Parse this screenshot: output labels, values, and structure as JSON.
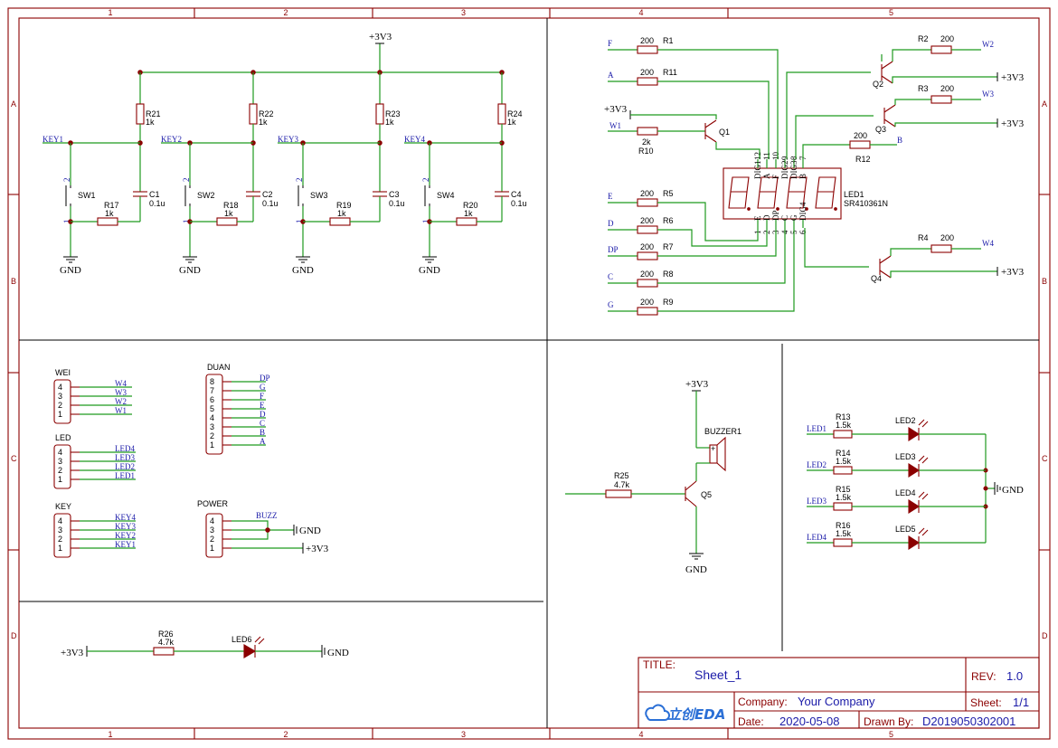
{
  "frame": {
    "cols": [
      "1",
      "2",
      "3",
      "4",
      "5"
    ],
    "rows": [
      "A",
      "B",
      "C",
      "D"
    ]
  },
  "keys": {
    "power_top": "+3V3",
    "nets": [
      "KEY1",
      "KEY2",
      "KEY3",
      "KEY4"
    ],
    "pullups": [
      {
        "ref": "R21",
        "val": "1k"
      },
      {
        "ref": "R22",
        "val": "1k"
      },
      {
        "ref": "R23",
        "val": "1k"
      },
      {
        "ref": "R24",
        "val": "1k"
      }
    ],
    "switches": [
      "SW1",
      "SW2",
      "SW3",
      "SW4"
    ],
    "series": [
      {
        "ref": "R17",
        "val": "1k"
      },
      {
        "ref": "R18",
        "val": "1k"
      },
      {
        "ref": "R19",
        "val": "1k"
      },
      {
        "ref": "R20",
        "val": "1k"
      }
    ],
    "caps": [
      {
        "ref": "C1",
        "val": "0.1u"
      },
      {
        "ref": "C2",
        "val": "0.1u"
      },
      {
        "ref": "C3",
        "val": "0.1u"
      },
      {
        "ref": "C4",
        "val": "0.1u"
      }
    ],
    "gnd": "GND",
    "pin2": "2",
    "pin1": "1"
  },
  "display": {
    "ref": "LED1",
    "part": "SR410361N",
    "top_pins": [
      {
        "n": "12",
        "l": "DIG1"
      },
      {
        "n": "11",
        "l": "A"
      },
      {
        "n": "10",
        "l": "F"
      },
      {
        "n": "9",
        "l": "DIG2"
      },
      {
        "n": "8",
        "l": "DIG3"
      },
      {
        "n": "7",
        "l": "B"
      }
    ],
    "bot_pins": [
      {
        "n": "1",
        "l": "E"
      },
      {
        "n": "2",
        "l": "D"
      },
      {
        "n": "3",
        "l": "DP"
      },
      {
        "n": "4",
        "l": "C"
      },
      {
        "n": "5",
        "l": "G"
      },
      {
        "n": "6",
        "l": "DIG4"
      }
    ],
    "seg_res": [
      {
        "net": "F",
        "val": "200",
        "ref": "R1"
      },
      {
        "net": "A",
        "val": "200",
        "ref": "R11"
      },
      {
        "net": "E",
        "val": "200",
        "ref": "R5"
      },
      {
        "net": "D",
        "val": "200",
        "ref": "R6"
      },
      {
        "net": "DP",
        "val": "200",
        "ref": "R7"
      },
      {
        "net": "C",
        "val": "200",
        "ref": "R8"
      },
      {
        "net": "G",
        "val": "200",
        "ref": "R9"
      },
      {
        "net": "B",
        "val": "200",
        "ref": "R12"
      }
    ],
    "q1": {
      "ref": "Q1",
      "rb": "R10",
      "rbv": "2k",
      "net": "W1",
      "pwr": "+3V3"
    },
    "digits": [
      {
        "ref": "Q2",
        "r": "R2",
        "v": "200",
        "net": "W2",
        "pwr": "+3V3"
      },
      {
        "ref": "Q3",
        "r": "R3",
        "v": "200",
        "net": "W3",
        "pwr": "+3V3"
      },
      {
        "ref": "Q4",
        "r": "R4",
        "v": "200",
        "net": "W4",
        "pwr": "+3V3"
      }
    ]
  },
  "connectors": {
    "wei": {
      "name": "WEI",
      "pins": [
        "4",
        "3",
        "2",
        "1"
      ],
      "nets": [
        "W4",
        "W3",
        "W2",
        "W1"
      ]
    },
    "led": {
      "name": "LED",
      "pins": [
        "4",
        "3",
        "2",
        "1"
      ],
      "nets": [
        "LED4",
        "LED3",
        "LED2",
        "LED1"
      ]
    },
    "key": {
      "name": "KEY",
      "pins": [
        "4",
        "3",
        "2",
        "1"
      ],
      "nets": [
        "KEY4",
        "KEY3",
        "KEY2",
        "KEY1"
      ]
    },
    "duan": {
      "name": "DUAN",
      "pins": [
        "8",
        "7",
        "6",
        "5",
        "4",
        "3",
        "2",
        "1"
      ],
      "nets": [
        "DP",
        "G",
        "F",
        "E",
        "D",
        "C",
        "B",
        "A"
      ]
    },
    "power": {
      "name": "POWER",
      "pins": [
        "4",
        "3",
        "2",
        "1"
      ],
      "buzz": "BUZZ",
      "gnd": "GND",
      "vcc": "+3V3"
    }
  },
  "buzzer": {
    "pwr": "+3V3",
    "ref": "BUZZER1",
    "rref": "R25",
    "rval": "4.7k",
    "q": "Q5",
    "gnd": "GND"
  },
  "leds": {
    "items": [
      {
        "net": "LED1",
        "r": "R13",
        "v": "1.5k",
        "led": "LED2"
      },
      {
        "net": "LED2",
        "r": "R14",
        "v": "1.5k",
        "led": "LED3"
      },
      {
        "net": "LED3",
        "r": "R15",
        "v": "1.5k",
        "led": "LED4"
      },
      {
        "net": "LED4",
        "r": "R16",
        "v": "1.5k",
        "led": "LED5"
      }
    ],
    "gnd": "GND"
  },
  "power_led": {
    "vcc": "+3V3",
    "r": "R26",
    "v": "4.7k",
    "led": "LED6",
    "gnd": "GND"
  },
  "titleblock": {
    "title_label": "TITLE:",
    "title": "Sheet_1",
    "rev_label": "REV:",
    "rev": "1.0",
    "company_label": "Company:",
    "company": "Your Company",
    "sheet_label": "Sheet:",
    "sheet": "1/1",
    "date_label": "Date:",
    "date": "2020-05-08",
    "drawn_label": "Drawn By:",
    "drawn": "D2019050302001",
    "logo": "立创EDA"
  }
}
